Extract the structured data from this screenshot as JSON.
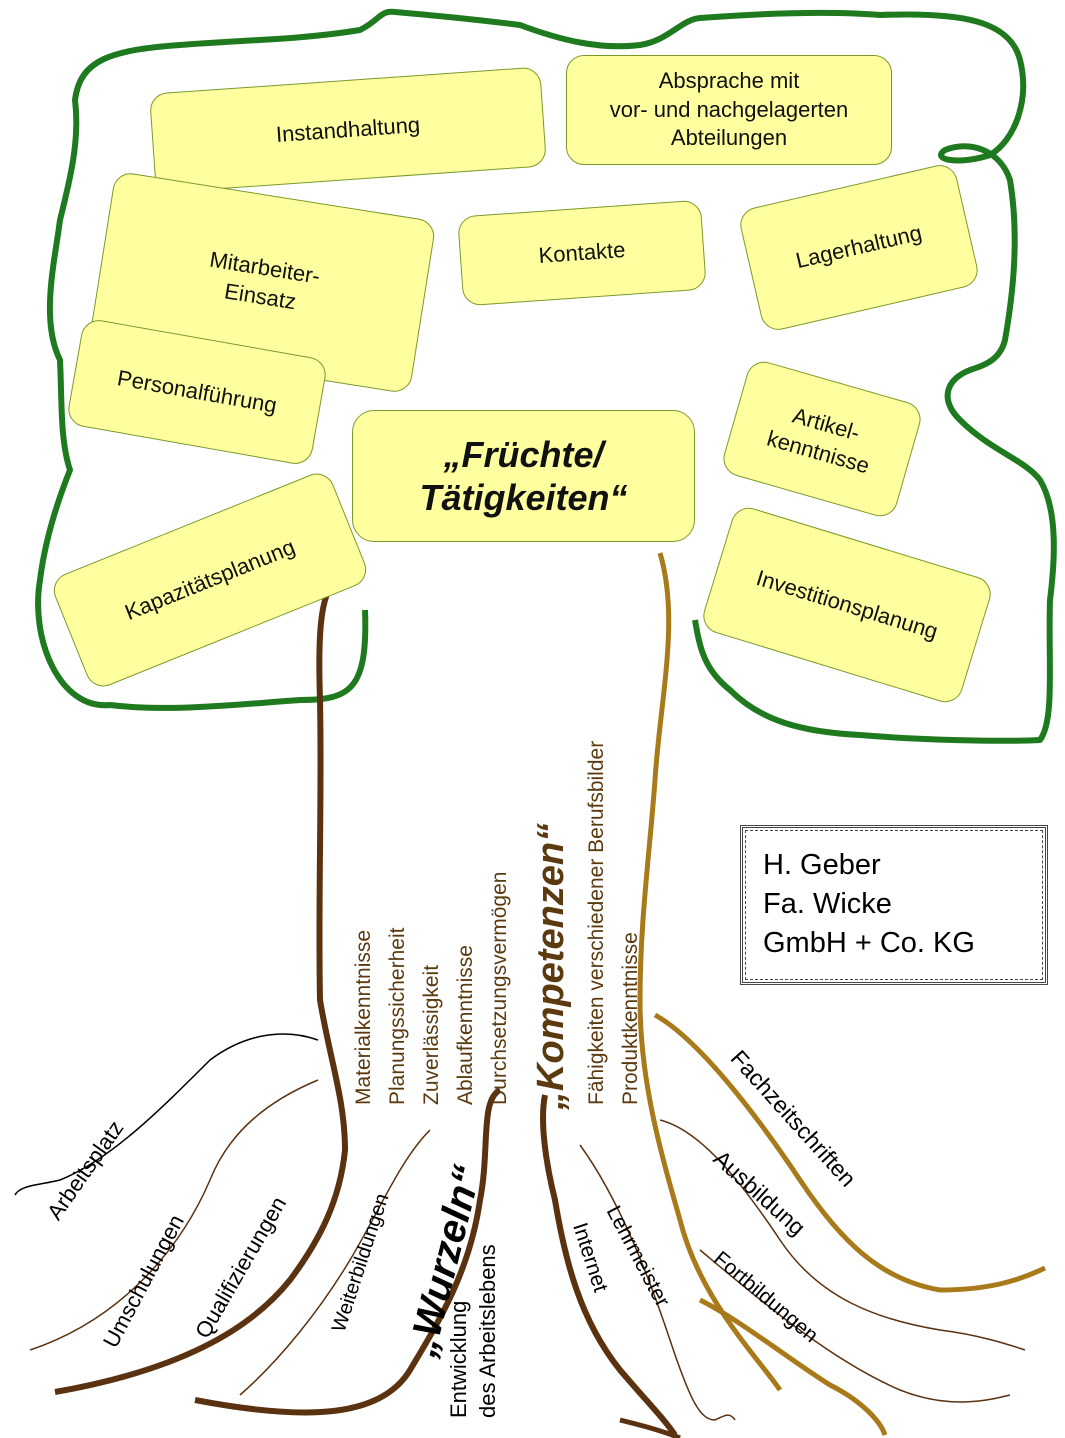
{
  "fruits": {
    "title": "„Früchte/\nTätigkeiten“",
    "instandhaltung": "Instandhaltung",
    "absprache": "Absprache mit\nvor- und nachgelagerten\nAbteilungen",
    "mitarbeiter": "Mitarbeiter-\nEinsatz",
    "kontakte": "Kontakte",
    "lagerhaltung": "Lagerhaltung",
    "personal": "Personalführung",
    "artikel": "Artikel-\nkenntnisse",
    "kapazitaet": "Kapazitätsplanung",
    "investition": "Investitionsplanung"
  },
  "trunk": {
    "title": "„Kompetenzen“",
    "items": [
      "Materialkenntnisse",
      "Planungssicherheit",
      "Zuverlässigkeit",
      "Ablaufkenntnisse",
      "Durchsetzungsvermögen",
      "Fähigkeiten verschiedener Berufsbilder",
      "Produktkenntnisse"
    ]
  },
  "roots": {
    "title": "„Wurzeln“",
    "arbeitsplatz": "Arbeitsplatz",
    "umschulungen": "Umschulungen",
    "qualifizierungen": "Qualifizierungen",
    "weiterbildungen": "Weiterbildungen",
    "entwicklung": "Entwicklung\ndes Arbeitslebens",
    "internet": "Internet",
    "lehrmeister": "Lehrmeister",
    "fachzeitschriften": "Fachzeitschriften",
    "ausbildung": "Ausbildung",
    "fortbildungen": "Fortbildungen"
  },
  "author": {
    "line1": "H. Geber",
    "line2": "Fa. Wicke",
    "line3": "GmbH + Co. KG"
  },
  "colors": {
    "crown": "#1f7a1f",
    "trunk_dark": "#5b3210",
    "trunk_light": "#a87a1a",
    "box_fill": "#ffffa0"
  }
}
